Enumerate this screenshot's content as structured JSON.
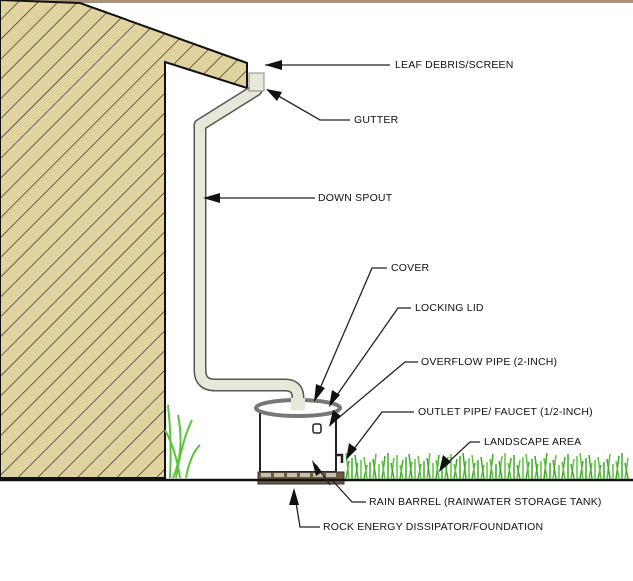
{
  "labels": {
    "leaf_debris": "LEAF DEBRIS/SCREEN",
    "gutter": "GUTTER",
    "down_spout": "DOWN SPOUT",
    "cover": "COVER",
    "locking_lid": "LOCKING LID",
    "overflow_pipe": "OVERFLOW PIPE (2-INCH)",
    "outlet_pipe": "OUTLET PIPE/ FAUCET (1/2-INCH)",
    "landscape_area": "LANDSCAPE AREA",
    "rain_barrel": "RAIN BARREL (RAINWATER STORAGE TANK)",
    "rock_foundation": "ROCK ENERGY DISSIPATOR/FOUNDATION"
  },
  "colors": {
    "wall": "#e0d3a0",
    "pipe": "#e8e8d8",
    "grass": "#5cc43a",
    "rock": "#6b5a3e"
  }
}
